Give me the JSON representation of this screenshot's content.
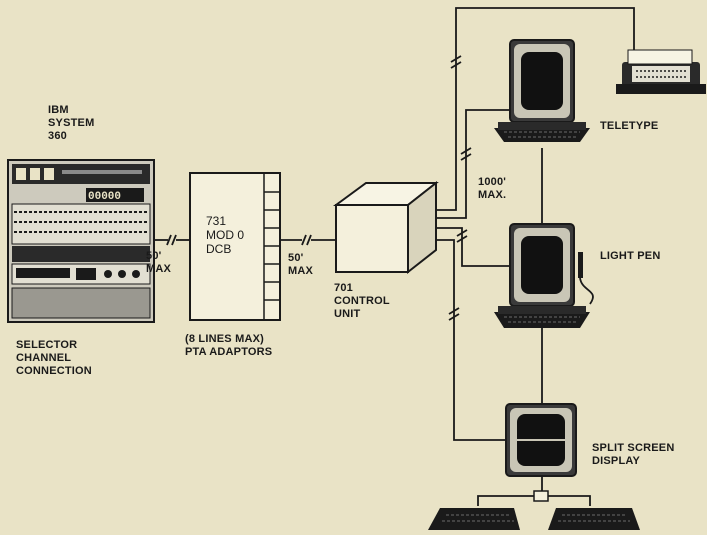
{
  "host": {
    "label": "IBM\nSYSTEM\n360",
    "connection_label": "SELECTOR\nCHANNEL\nCONNECTION",
    "panel_digits": "00000"
  },
  "adaptor_unit": {
    "box_text": "731\nMOD 0\nDCB",
    "caption": "(8 LINES MAX)\nPTA ADAPTORS"
  },
  "control_unit": {
    "label": "701\nCONTROL\nUNIT"
  },
  "cables": {
    "host_to_adaptor": "50'\nMAX",
    "adaptor_to_control": "50'\nMAX",
    "control_to_terminals": "1000'\nMAX."
  },
  "terminals": [
    {
      "label": "TELETYPE"
    },
    {
      "label": "LIGHT PEN"
    },
    {
      "label": "SPLIT SCREEN\nDISPLAY"
    }
  ],
  "colors": {
    "background": "#e9e3c6",
    "ink": "#1a1a1a",
    "box_fill": "#f4f0dc"
  }
}
